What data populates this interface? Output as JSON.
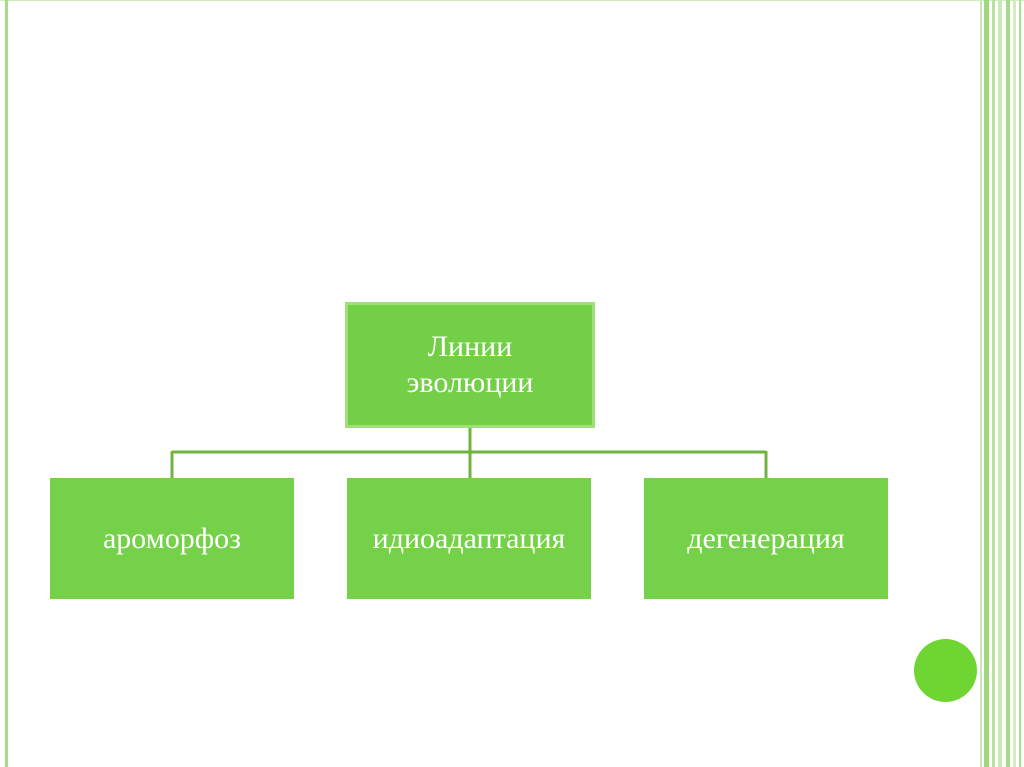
{
  "diagram": {
    "root": {
      "label_line1": "Линии",
      "label_line2": "эволюции"
    },
    "children": [
      {
        "label": "ароморфоз"
      },
      {
        "label": "идиоадаптация"
      },
      {
        "label": "дегенерация"
      }
    ]
  },
  "colors": {
    "node_fill": "#76d14a",
    "connector": "#6fb43f",
    "accent": "#6fd533",
    "border_stripe": "#9fd77c"
  }
}
